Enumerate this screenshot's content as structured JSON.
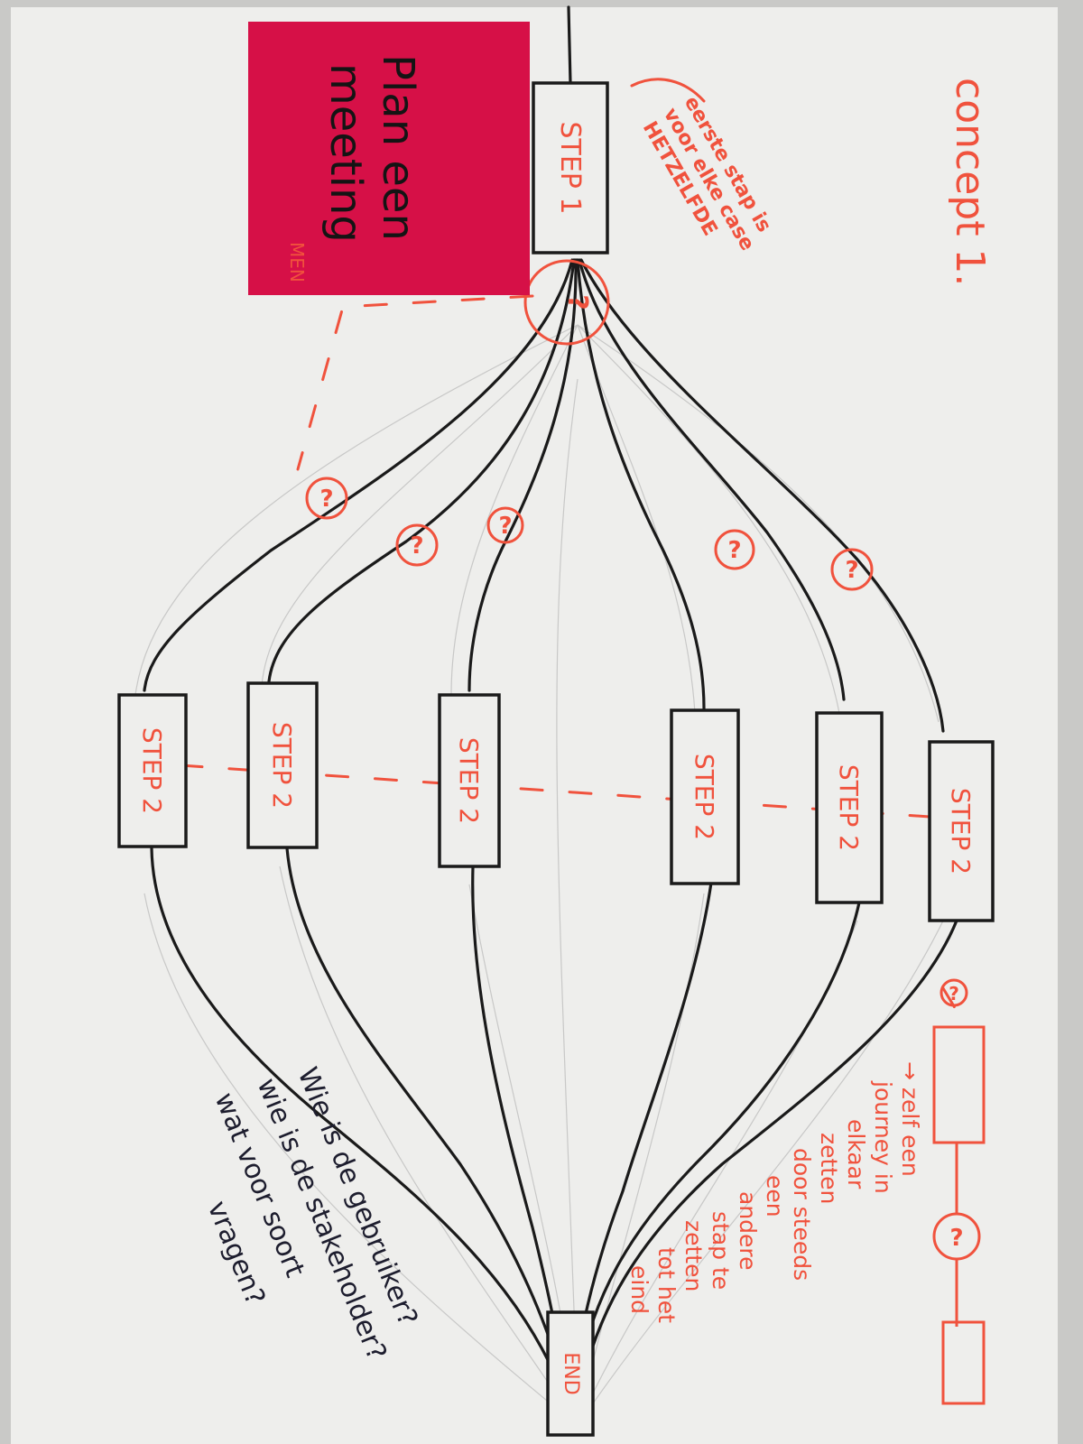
{
  "diagram": {
    "title": "concept 1.",
    "sticky_note": {
      "line1": "Plan een",
      "line2": "meeting",
      "color": "#e3124c"
    },
    "start_node": {
      "label": "STEP 1"
    },
    "start_annotation": {
      "line1": "eerste stap is",
      "line2": "voor elke case",
      "line3": "HETZELFDE"
    },
    "branch_nodes": [
      {
        "label": "STEP 2"
      },
      {
        "label": "STEP 2"
      },
      {
        "label": "STEP 2"
      },
      {
        "label": "STEP 2"
      },
      {
        "label": "STEP 2"
      },
      {
        "label": "STEP 2"
      }
    ],
    "end_node": {
      "label": "END"
    },
    "question_mark": "?",
    "legend_note": {
      "line1": "→ zelf een",
      "line2": "journey in",
      "line3": "elkaar",
      "line4": "zetten",
      "line5": "door steeds",
      "line6": "een",
      "line7": "andere",
      "line8": "stap te",
      "line9": "zetten",
      "line10": "tot het",
      "line11": "eind"
    },
    "questions": {
      "line1": "Wie is de gebruiker?",
      "line2": "wie is de stakeholder?",
      "line3": "wat voor soort",
      "line4": "vragen?"
    },
    "colors": {
      "paper": "#eeeeec",
      "marker_red": "#f0523d",
      "marker_black": "#1a1a1a",
      "pen_blue": "#1d1d2e"
    }
  }
}
